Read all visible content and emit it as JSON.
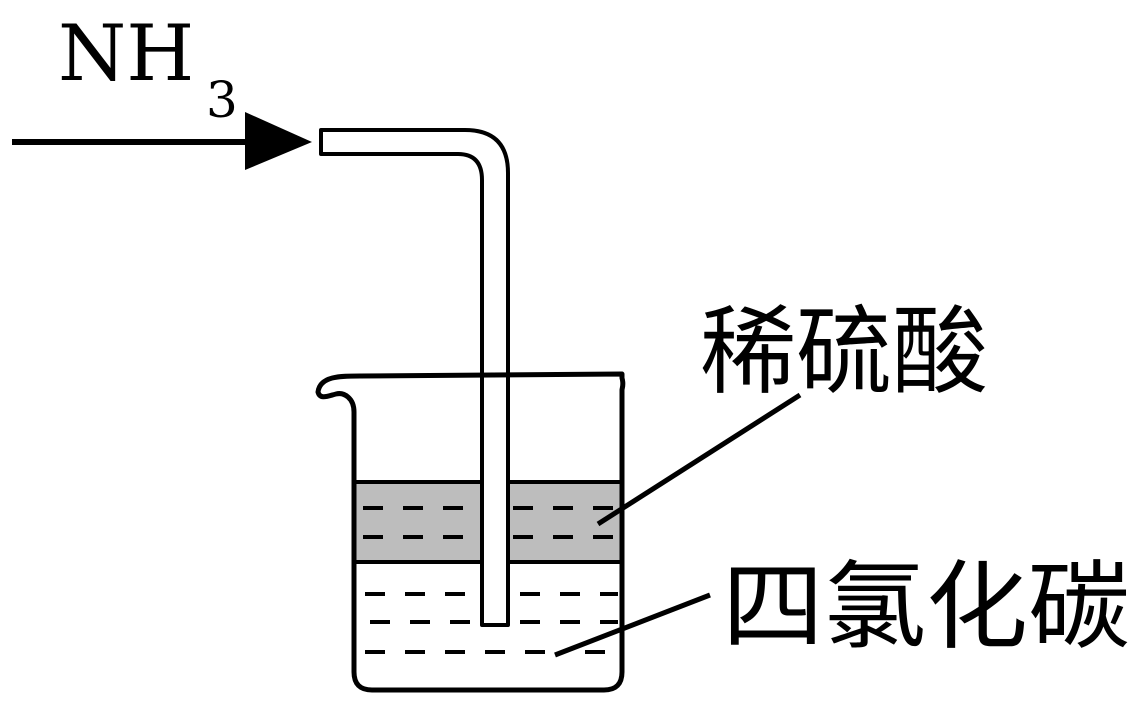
{
  "gas": {
    "formula_main": "NH",
    "formula_subscript": "3"
  },
  "labels": {
    "upper_layer": "稀硫酸",
    "lower_layer": "四氯化碳"
  },
  "colors": {
    "line": "#000000",
    "upper_layer_fill": "#bdbdbd",
    "background": "#ffffff"
  }
}
